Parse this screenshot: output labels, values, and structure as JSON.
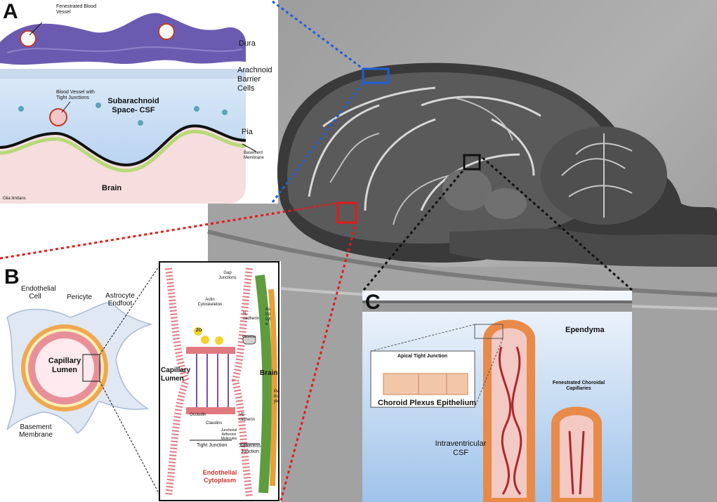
{
  "panels": {
    "a": {
      "letter": "A",
      "labels": {
        "fenestrated_vessel": "Fenestrated Blood Vessel",
        "dura": "Dura",
        "arachnoid": "Arachnoid Barrier Cells",
        "tight_vessel": "Blood Vessel with Tight Junctions",
        "subarachnoid": "Subarachnoid Space- CSF",
        "pia": "Pia",
        "basement": "Basement Membrane",
        "brain": "Brain",
        "glia": "Glia limitans"
      }
    },
    "b": {
      "letter": "B",
      "labels": {
        "endothelial_cell": "Endothelial Cell",
        "pericyte": "Pericyte",
        "astrocyte": "Astrocyte Endfoot",
        "capillary_lumen": "Capillary Lumen",
        "basement": "Basement Membrane"
      },
      "inset": {
        "gap_junctions": "Gap Junctions",
        "actin": "Actin Cytoskeleton",
        "ncadherin": "N-cadherin",
        "catenins": "Catenins",
        "zo": "ZO",
        "capillary_lumen": "Capillary Lumen",
        "brain": "Brain",
        "astrocyte": "Astrocyte",
        "pericyte": "Pericyte",
        "occludin": "Occludin",
        "claudins": "Claudins",
        "jam": "Junctional Adhesion Molecules",
        "vecadherin": "VE-cadherin",
        "tight_junction": "Tight Junction",
        "adherens_junction": "Adherens Junction",
        "endo_cytoplasm": "Endothelial Cytoplasm"
      }
    },
    "c": {
      "letter": "C",
      "labels": {
        "ependyma": "Ependyma",
        "apical_tj": "Apical Tight Junction",
        "cpe": "Choroid Plexus Epithelium",
        "fenestrated_capillaries": "Fenestrated Choroidal Capillaries",
        "csf": "Intraventricular CSF"
      }
    }
  },
  "colors": {
    "dura": "#6b5bb0",
    "arachnoid": "#c9d9ee",
    "csf": "#cfe3f7",
    "brain": "#f6dede",
    "blue_box": "#1f5fd6",
    "red_box": "#e21b1b",
    "black_box": "#111111",
    "endothelium": "#e8909a",
    "pericyte": "#f0a850",
    "choroid": "#e88a4a"
  }
}
